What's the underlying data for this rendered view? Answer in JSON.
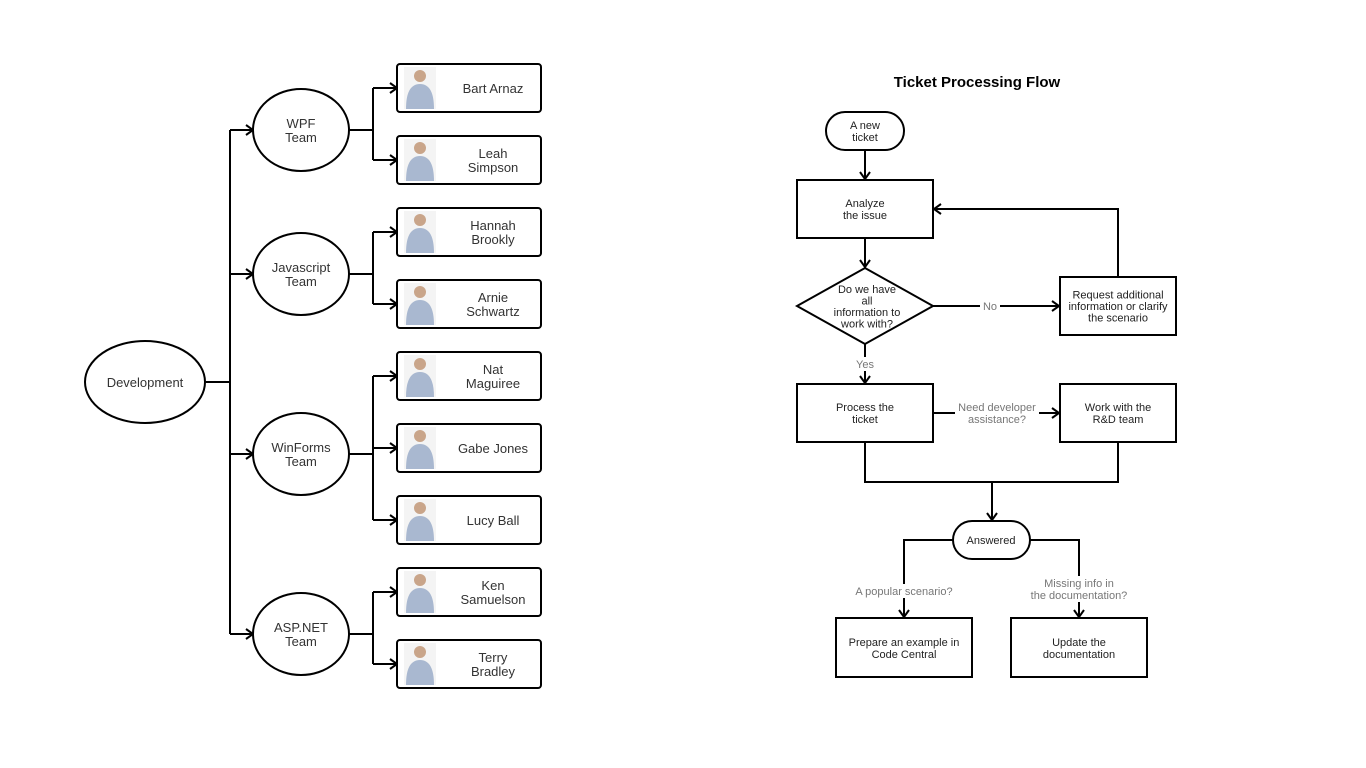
{
  "org_chart": {
    "root": {
      "label": [
        "Development"
      ]
    },
    "teams": [
      {
        "label": [
          "WPF",
          "Team"
        ],
        "members": [
          {
            "name": [
              "Bart Arnaz"
            ],
            "photo": "person-photo-man-shirt-tie"
          },
          {
            "name": [
              "Leah",
              "Simpson"
            ],
            "photo": "person-photo-man-white-shirt"
          }
        ]
      },
      {
        "label": [
          "Javascript",
          "Team"
        ],
        "members": [
          {
            "name": [
              "Hannah",
              "Brookly"
            ],
            "photo": "person-photo-woman-white-blouse"
          },
          {
            "name": [
              "Arnie",
              "Schwartz"
            ],
            "photo": "person-photo-bald-man"
          }
        ]
      },
      {
        "label": [
          "WinForms",
          "Team"
        ],
        "members": [
          {
            "name": [
              "Nat",
              "Maguiree"
            ],
            "photo": "person-photo-man-blue-shirt"
          },
          {
            "name": [
              "Gabe Jones"
            ],
            "photo": "person-photo-woman-pink-top"
          },
          {
            "name": [
              "Lucy Ball"
            ],
            "photo": "person-photo-woman-dark-jacket"
          }
        ]
      },
      {
        "label": [
          "ASP.NET",
          "Team"
        ],
        "members": [
          {
            "name": [
              "Ken",
              "Samuelson"
            ],
            "photo": "person-photo-man-white-tshirt"
          },
          {
            "name": [
              "Terry",
              "Bradley"
            ],
            "photo": "person-photo-woman-blonde"
          }
        ]
      }
    ]
  },
  "flowchart": {
    "title": "Ticket Processing Flow",
    "nodes": {
      "start": [
        "A new",
        "ticket"
      ],
      "analyze": [
        "Analyze",
        "the issue"
      ],
      "decision": [
        "Do we have",
        "all",
        "information to",
        "work with?"
      ],
      "request": [
        "Request additional",
        "information or clarify",
        "the scenario"
      ],
      "process": [
        "Process the",
        "ticket"
      ],
      "rnd": [
        "Work with the",
        "R&D team"
      ],
      "answered": [
        "Answered"
      ],
      "example": [
        "Prepare an example in",
        "Code Central"
      ],
      "update": [
        "Update the",
        "documentation"
      ]
    },
    "connector_labels": {
      "no": [
        "No"
      ],
      "yes": [
        "Yes"
      ],
      "need_dev": [
        "Need developer",
        "assistance?"
      ],
      "popular": [
        "A popular scenario?"
      ],
      "missing": [
        "Missing info in",
        "the documentation?"
      ]
    }
  }
}
